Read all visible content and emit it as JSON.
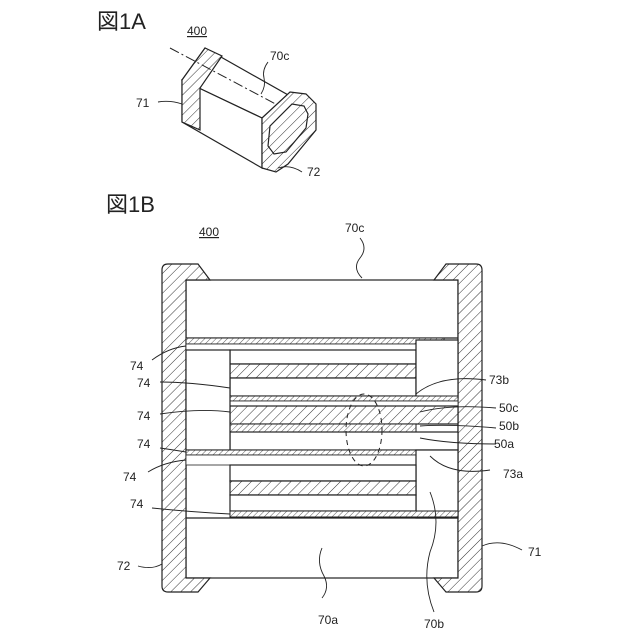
{
  "fig_1a": {
    "title": "図1A",
    "ref_400": "400",
    "ref_70c": "70c",
    "ref_71": "71",
    "ref_72": "72"
  },
  "fig_1b": {
    "title": "図1B",
    "ref_400": "400",
    "ref_70c": "70c",
    "ref_70a": "70a",
    "ref_70b": "70b",
    "ref_71": "71",
    "ref_72": "72",
    "ref_73a": "73a",
    "ref_73b": "73b",
    "ref_50a": "50a",
    "ref_50b": "50b",
    "ref_50c": "50c",
    "ref_74": "74"
  }
}
